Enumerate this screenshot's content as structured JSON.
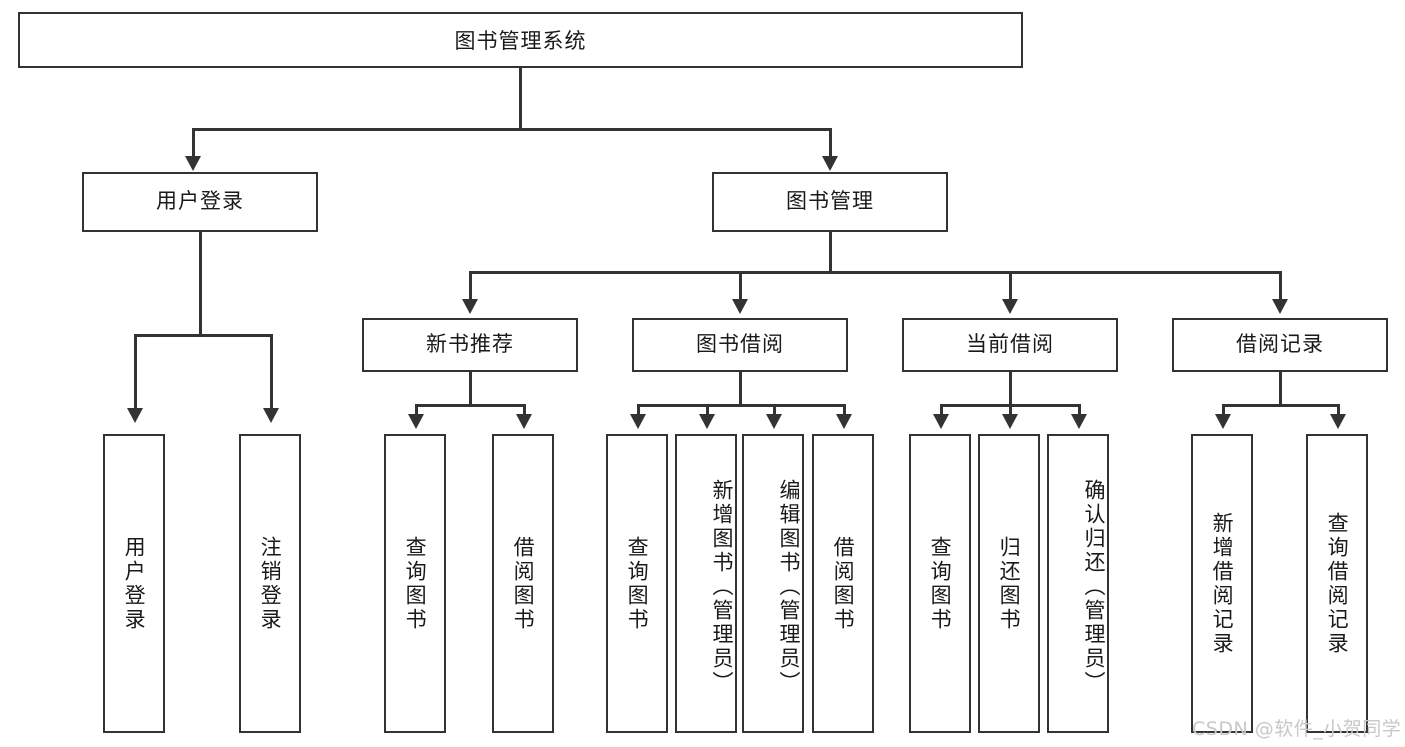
{
  "diagram": {
    "title": "图书管理系统",
    "type": "hierarchy-tree",
    "root": {
      "label": "图书管理系统"
    },
    "level2": [
      {
        "label": "用户登录"
      },
      {
        "label": "图书管理"
      }
    ],
    "level3": [
      {
        "label": "新书推荐"
      },
      {
        "label": "图书借阅"
      },
      {
        "label": "当前借阅"
      },
      {
        "label": "借阅记录"
      }
    ],
    "leaves": {
      "user_login": [
        {
          "label": "用户登录"
        },
        {
          "label": "注销登录"
        }
      ],
      "new_book_recommend": [
        {
          "label": "查询图书"
        },
        {
          "label": "借阅图书"
        }
      ],
      "book_borrow": [
        {
          "label": "查询图书"
        },
        {
          "label": "新增图书（管理员）"
        },
        {
          "label": "编辑图书（管理员）"
        },
        {
          "label": "借阅图书"
        }
      ],
      "current_borrow": [
        {
          "label": "查询图书"
        },
        {
          "label": "归还图书"
        },
        {
          "label": "确认归还（管理员）"
        }
      ],
      "borrow_record": [
        {
          "label": "新增借阅记录"
        },
        {
          "label": "查询借阅记录"
        }
      ]
    }
  },
  "watermark": {
    "text": "CSDN @软件_小贺同学"
  },
  "colors": {
    "stroke": "#333333",
    "background": "#ffffff",
    "text": "#1a1a1a",
    "watermark": "#c8c8c8"
  }
}
